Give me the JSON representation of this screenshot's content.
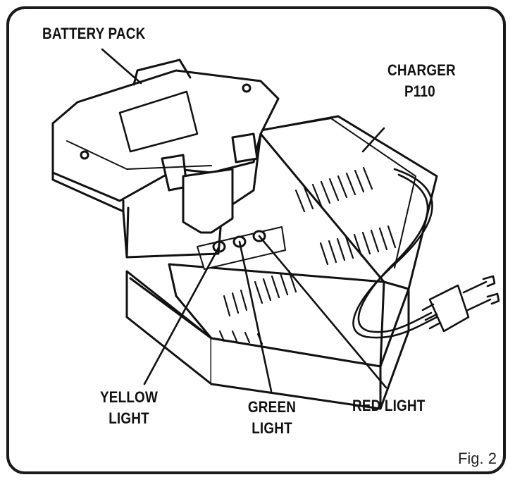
{
  "labels": {
    "battery_pack": "BATTERY PACK",
    "charger_line1": "CHARGER",
    "charger_line2": "P110",
    "yellow_line1": "YELLOW",
    "yellow_line2": "LIGHT",
    "green_line1": "GREEN",
    "green_line2": "LIGHT",
    "red_light": "RED LIGHT"
  },
  "figure_caption": "Fig. 2",
  "colors": {
    "ink": "#111111",
    "background": "#ffffff"
  }
}
